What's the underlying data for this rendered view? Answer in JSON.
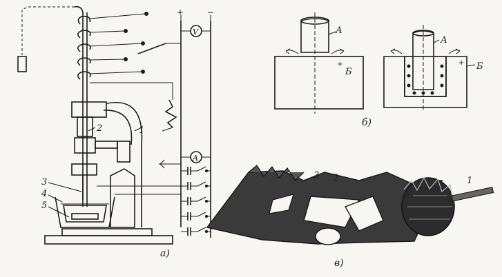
{
  "panel_a": {
    "caption": "а)",
    "labels": {
      "n1": "1",
      "n2": "2",
      "n3": "3",
      "n4": "4",
      "n5": "5"
    },
    "meter_v": "V",
    "meter_a": "A",
    "terminal_plus": "+",
    "terminal_minus": "−"
  },
  "panel_b": {
    "caption": "б)",
    "left_tool": "А",
    "left_work": "Б",
    "right_tool": "А",
    "right_work": "Б"
  },
  "panel_c": {
    "caption": "в)",
    "labels": {
      "n1": "1",
      "n2": "2",
      "n3": "3"
    }
  }
}
